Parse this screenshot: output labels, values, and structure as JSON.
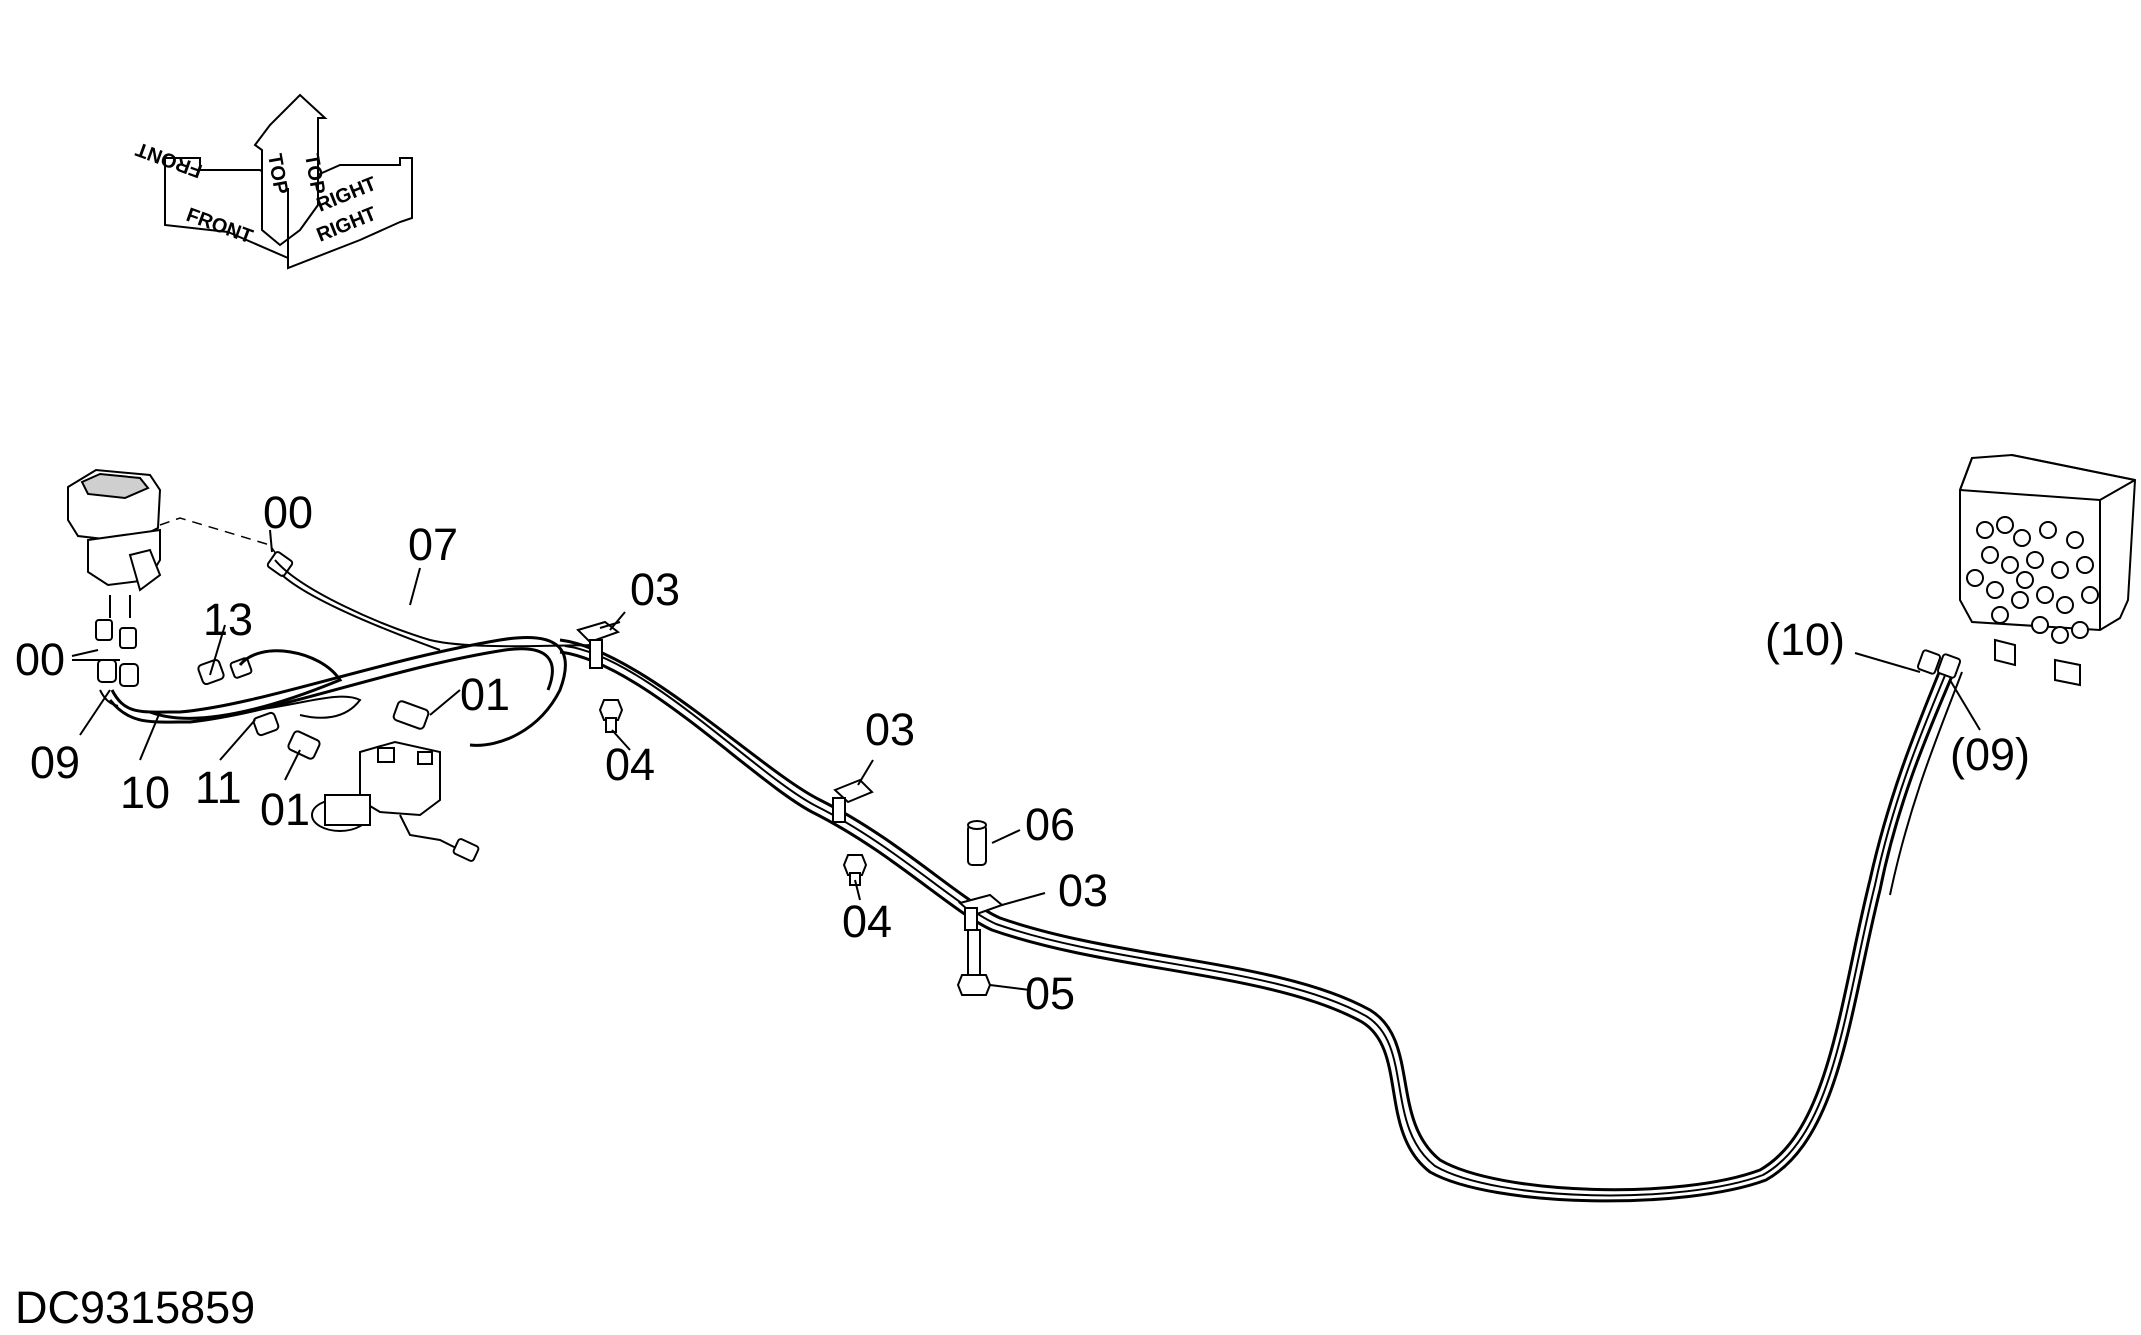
{
  "drawing_id": "DC9315859",
  "orientation": {
    "front": "FRONT",
    "top": "TOP",
    "right": "RIGHT"
  },
  "callouts": {
    "c00a": "00",
    "c00b": "00",
    "c07": "07",
    "c13": "13",
    "c03a": "03",
    "c03b": "03",
    "c03c": "03",
    "c01a": "01",
    "c01b": "01",
    "c04a": "04",
    "c04b": "04",
    "c09": "09",
    "c10": "10",
    "c11": "11",
    "c06": "06",
    "c05": "05",
    "c10r": "(10)",
    "c09r": "(09)"
  }
}
